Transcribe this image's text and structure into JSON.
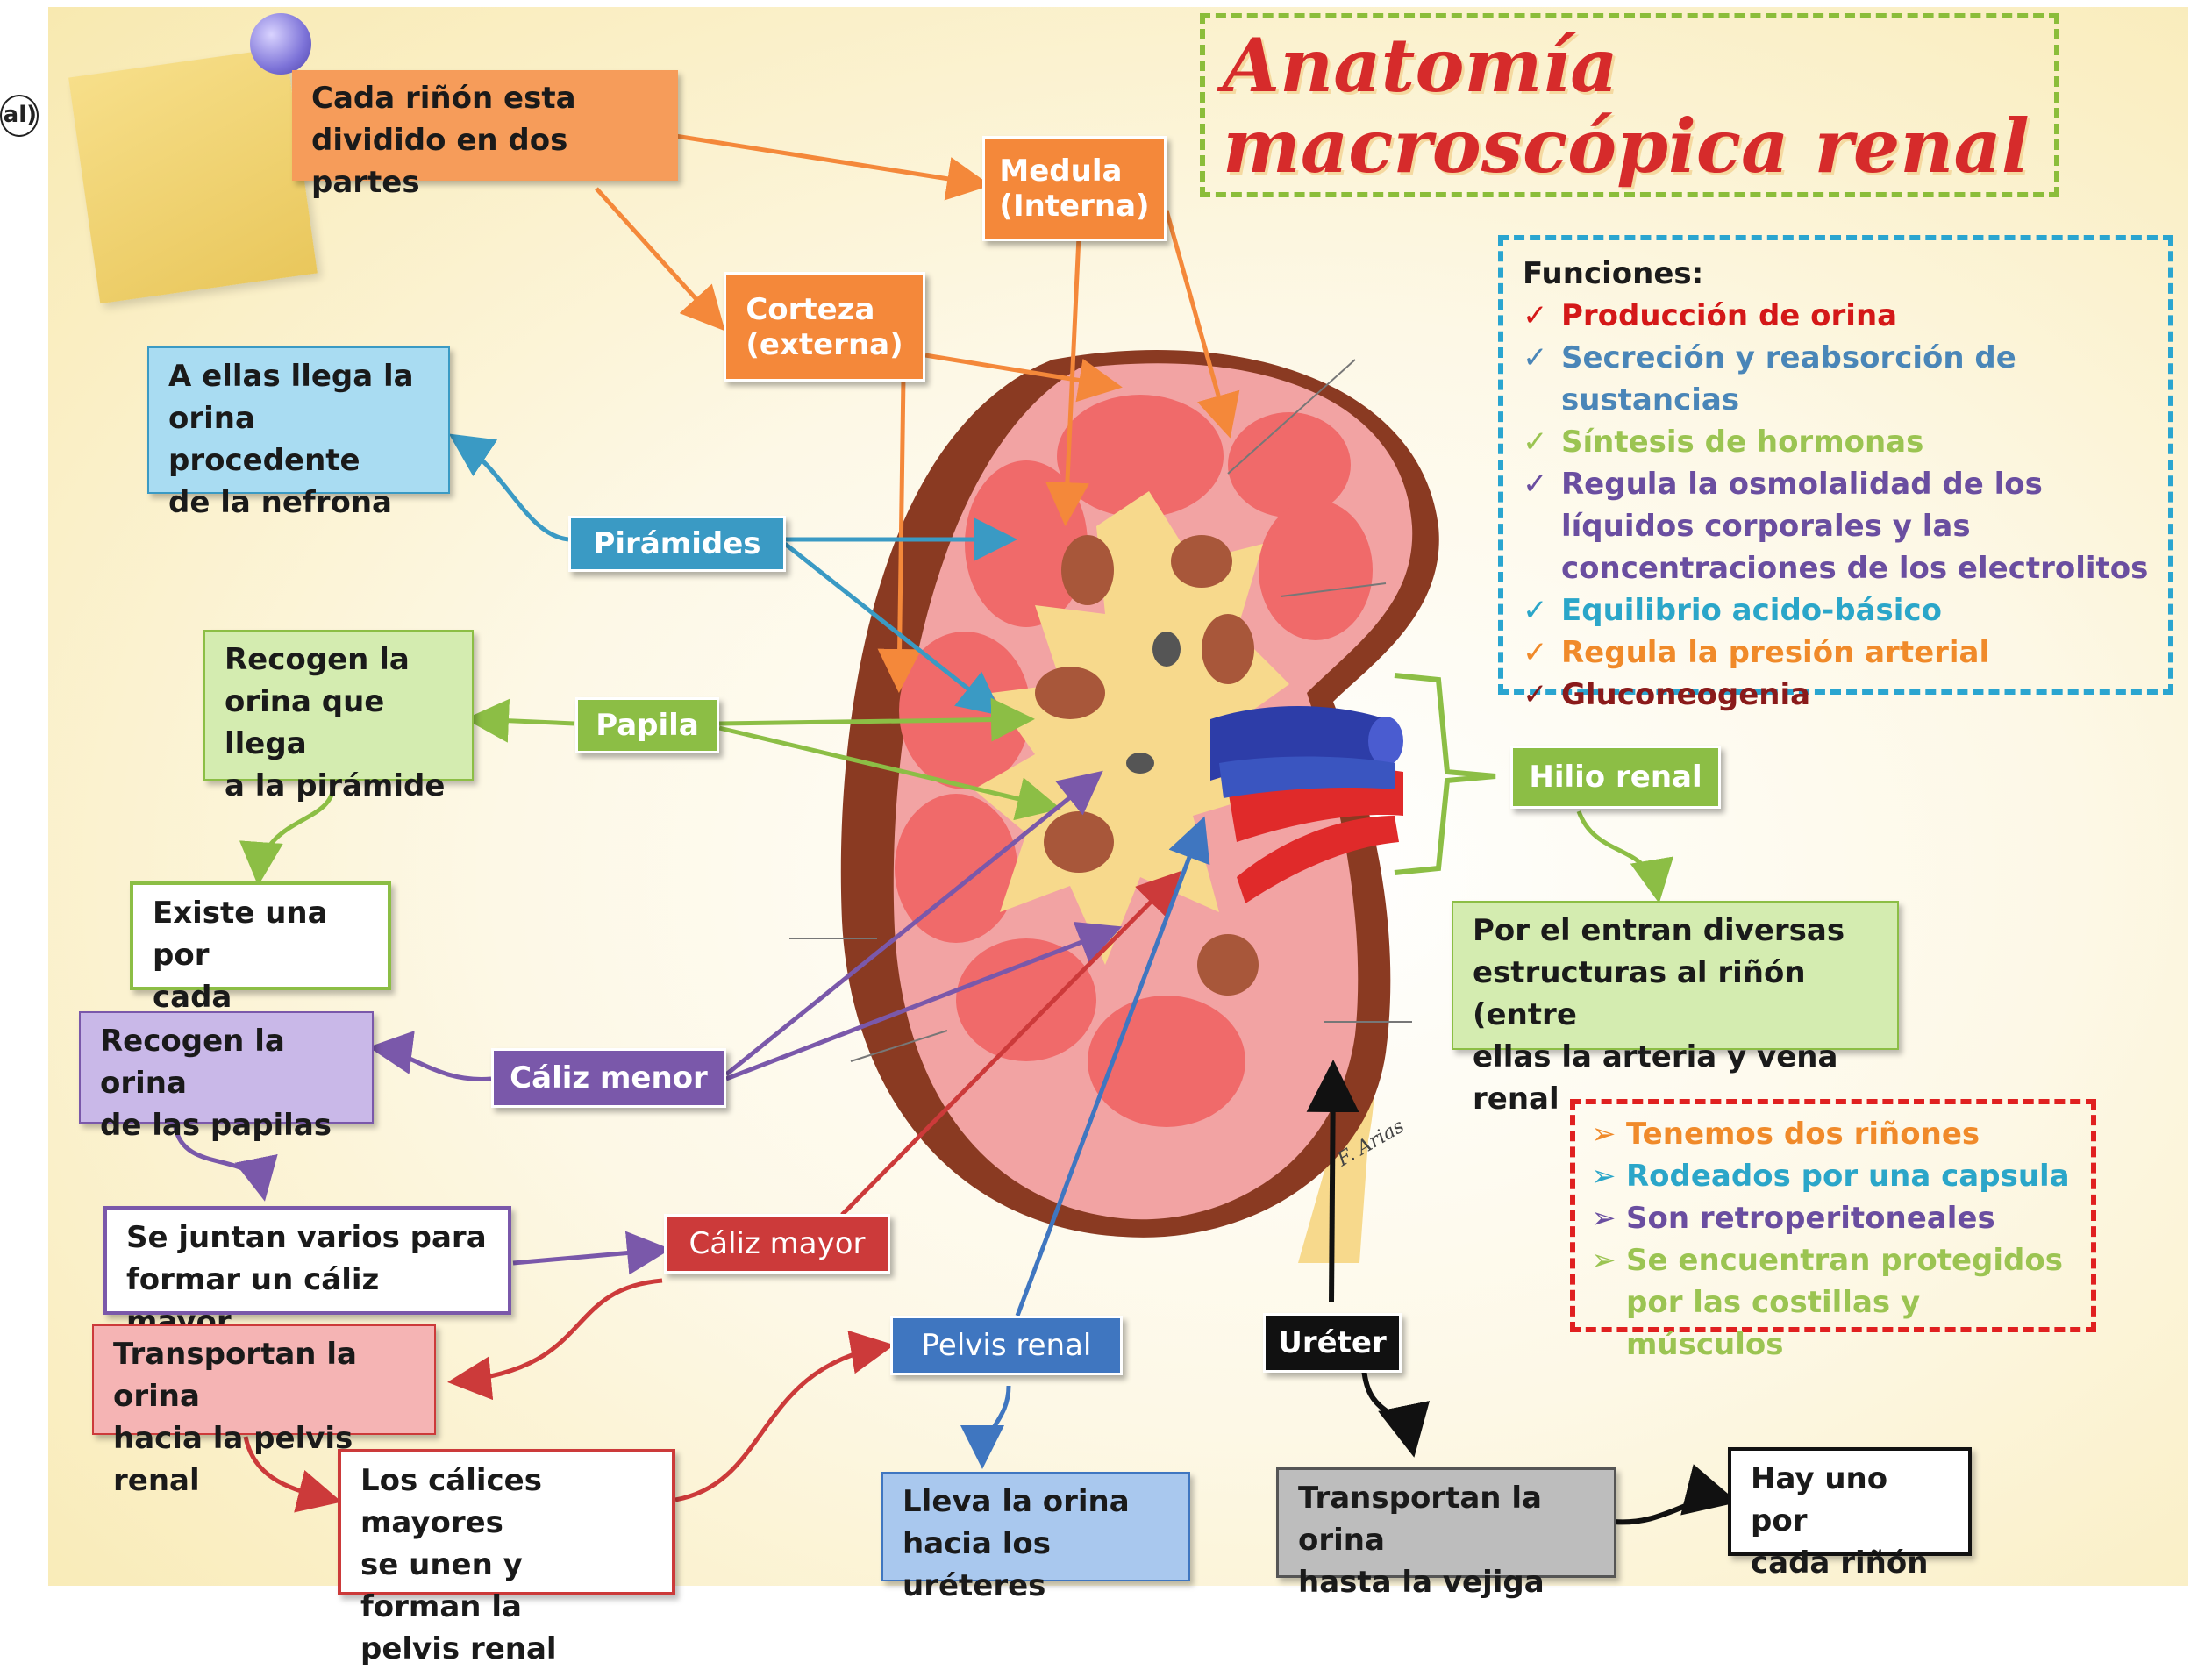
{
  "title": {
    "line1": "Anatomía",
    "line2": "macroscópica renal"
  },
  "edge_fragment": "al)",
  "boxes": {
    "cada_rinon": "Cada riñón esta\ndividido en dos partes",
    "medula": "Medula\n(Interna)",
    "corteza": "Corteza\n(externa)",
    "a_ellas": "A ellas llega la\norina procedente\nde la nefrona",
    "piramides": "Pirámides",
    "recogen_piramide": "Recogen la\norina que llega\na la pirámide",
    "papila": "Papila",
    "existe_una": "Existe una por\ncada pirámide",
    "recogen_papilas": "Recogen la orina\nde las papilas",
    "caliz_menor": "Cáliz menor",
    "se_juntan": "Se juntan varios para\nformar un cáliz mayor",
    "caliz_mayor": "Cáliz mayor",
    "transportan_pelvis": "Transportan la orina\nhacia la pelvis renal",
    "calices_mayores": "Los cálices mayores\nse unen y forman la\npelvis renal",
    "pelvis_renal": "Pelvis renal",
    "lleva_orina": "Lleva la orina\nhacia los uréteres",
    "ureter": "Uréter",
    "transportan_vejiga": "Transportan la orina\nhasta la vejiga",
    "hay_uno": "Hay uno por\ncada riñón",
    "hilio_renal": "Hilio renal",
    "por_el_entran": "Por el entran diversas\nestructuras al riñón (entre\nellas la arteria y vena renal"
  },
  "functions": {
    "heading": "Funciones:",
    "items": [
      {
        "text": "Producción de orina",
        "color": "#d41818"
      },
      {
        "text": "Secreción y reabsorción de sustancias",
        "color": "#4a86b8"
      },
      {
        "text": "Síntesis de hormonas",
        "color": "#9bc452"
      },
      {
        "text": "Regula la osmolalidad de los líquidos corporales y las concentraciones de los electrolitos",
        "color": "#6a4ea0"
      },
      {
        "text": "Equilibrio acido-básico",
        "color": "#2ba6c9"
      },
      {
        "text": "Regula la presión arterial",
        "color": "#f08a2a"
      },
      {
        "text": "Gluconeogenia",
        "color": "#8a1a1a"
      }
    ]
  },
  "facts": [
    {
      "text": "Tenemos dos riñones",
      "color": "#f08a2a"
    },
    {
      "text": "Rodeados por una capsula",
      "color": "#2ba6c9"
    },
    {
      "text": "Son retroperitoneales",
      "color": "#6a4ea0"
    },
    {
      "text": "Se encuentran protegidos por las costillas y músculos",
      "color": "#9bc452"
    }
  ],
  "signature": "F. Arias",
  "colors": {
    "orange": "#f4883a",
    "blue": "#3a9ac4",
    "green": "#8cbe45",
    "purple": "#7a58aa",
    "red": "#cc3a3a",
    "steel": "#3f76c0",
    "black": "#111111",
    "cortex": "#f2a3a3",
    "pyramid": "#f06a6a",
    "capsule": "#8a3a22",
    "pelvis": "#f7d98c"
  }
}
